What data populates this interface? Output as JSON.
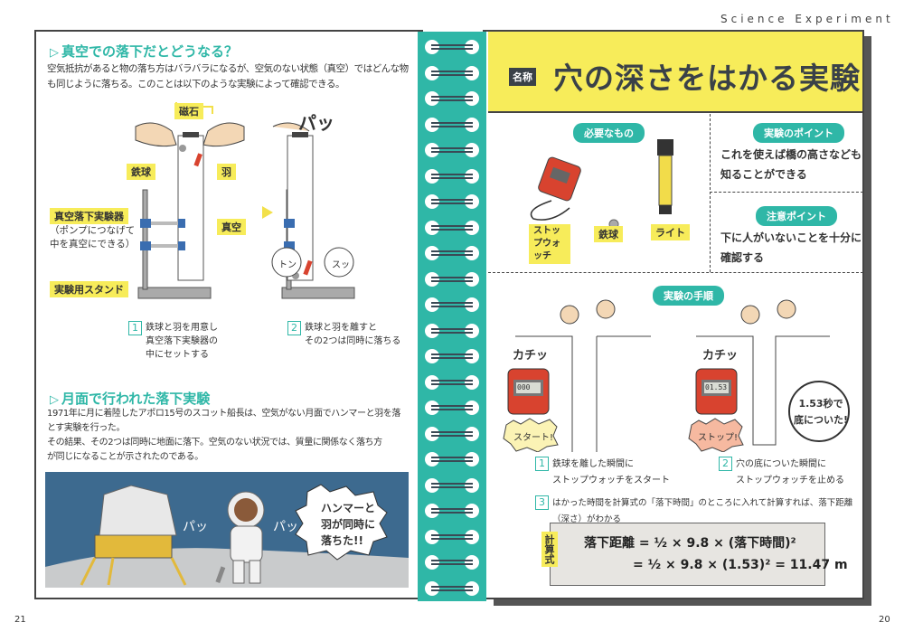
{
  "header": {
    "series": "Science Experiment"
  },
  "page_numbers": {
    "left": "21",
    "right": "20"
  },
  "left": {
    "section1": {
      "title": "真空での落下だとどうなる？",
      "text1": "空気抵抗があると物の落ち方はバラバラになるが、空気のない状態（真空）ではどんな物",
      "text2": "も同じように落ちる。このことは以下のような実験によって確認できる。"
    },
    "diagram": {
      "magnet": "磁石",
      "ball": "鉄球",
      "feather": "羽",
      "apparatus": "真空落下実験器",
      "apparatus_note1": "（ポンプにつなげて",
      "apparatus_note2": "中を真空にできる）",
      "vacuum": "真空",
      "stand": "実験用スタンド",
      "pa": "パッ",
      "ton": "トン",
      "su": "スッ"
    },
    "steps": [
      {
        "num": "1",
        "lines": [
          "鉄球と羽を用意し",
          "真空落下実験器の",
          "中にセットする"
        ]
      },
      {
        "num": "2",
        "lines": [
          "鉄球と羽を離すと",
          "その2つは同時に落ちる"
        ]
      }
    ],
    "section2": {
      "title": "月面で行われた落下実験",
      "text1": "1971年に月に着陸したアポロ15号のスコット船長は、空気がない月面でハンマーと羽を落",
      "text2": "とす実験を行った。",
      "text3": "その結果、その2つは同時に地面に落下。空気のない状況では、質量に関係なく落ち方",
      "text4": "が同じになることが示されたのである。"
    },
    "moon": {
      "bubble1": "ハンマーと",
      "bubble2": "羽が同時に",
      "bubble3": "落ちた!!",
      "pa": "パッ"
    }
  },
  "right": {
    "title_tag": "名称",
    "title": "穴の深さをはかる実験",
    "needs": {
      "label": "必要なもの",
      "items": [
        "ストップウォッチ",
        "鉄球",
        "ライト"
      ]
    },
    "point": {
      "label": "実験のポイント",
      "line1": "これを使えば橋の高さなども",
      "line2": "知ることができる"
    },
    "caution": {
      "label": "注意ポイント",
      "line1": "下に人がいないことを十分に",
      "line2": "確認する"
    },
    "procedure": {
      "label": "実験の手順",
      "kachi": "カチッ",
      "start": "スタート!",
      "stop": "ストップ!",
      "time1": "000",
      "time2": "01.53",
      "bubble1": "1.53秒で",
      "bubble2": "底についた!"
    },
    "steps": [
      {
        "num": "1",
        "lines": [
          "鉄球を離した瞬間に",
          "ストップウォッチをスタート"
        ]
      },
      {
        "num": "2",
        "lines": [
          "穴の底についた瞬間に",
          "ストップウォッチを止める"
        ]
      },
      {
        "num": "3",
        "lines": [
          "はかった時間を計算式の「落下時間」のところに入れて計算すれば、落下距離",
          "（深さ）がわかる"
        ]
      }
    ],
    "formula": {
      "label": "計算式",
      "line1": "落下距離 = ½ × 9.8 × (落下時間)²",
      "line2": "= ½ × 9.8 × (1.53)² = 11.47 m"
    }
  },
  "colors": {
    "teal": "#2fb7a7",
    "yellow": "#f7ec5a",
    "dark": "#444444"
  }
}
